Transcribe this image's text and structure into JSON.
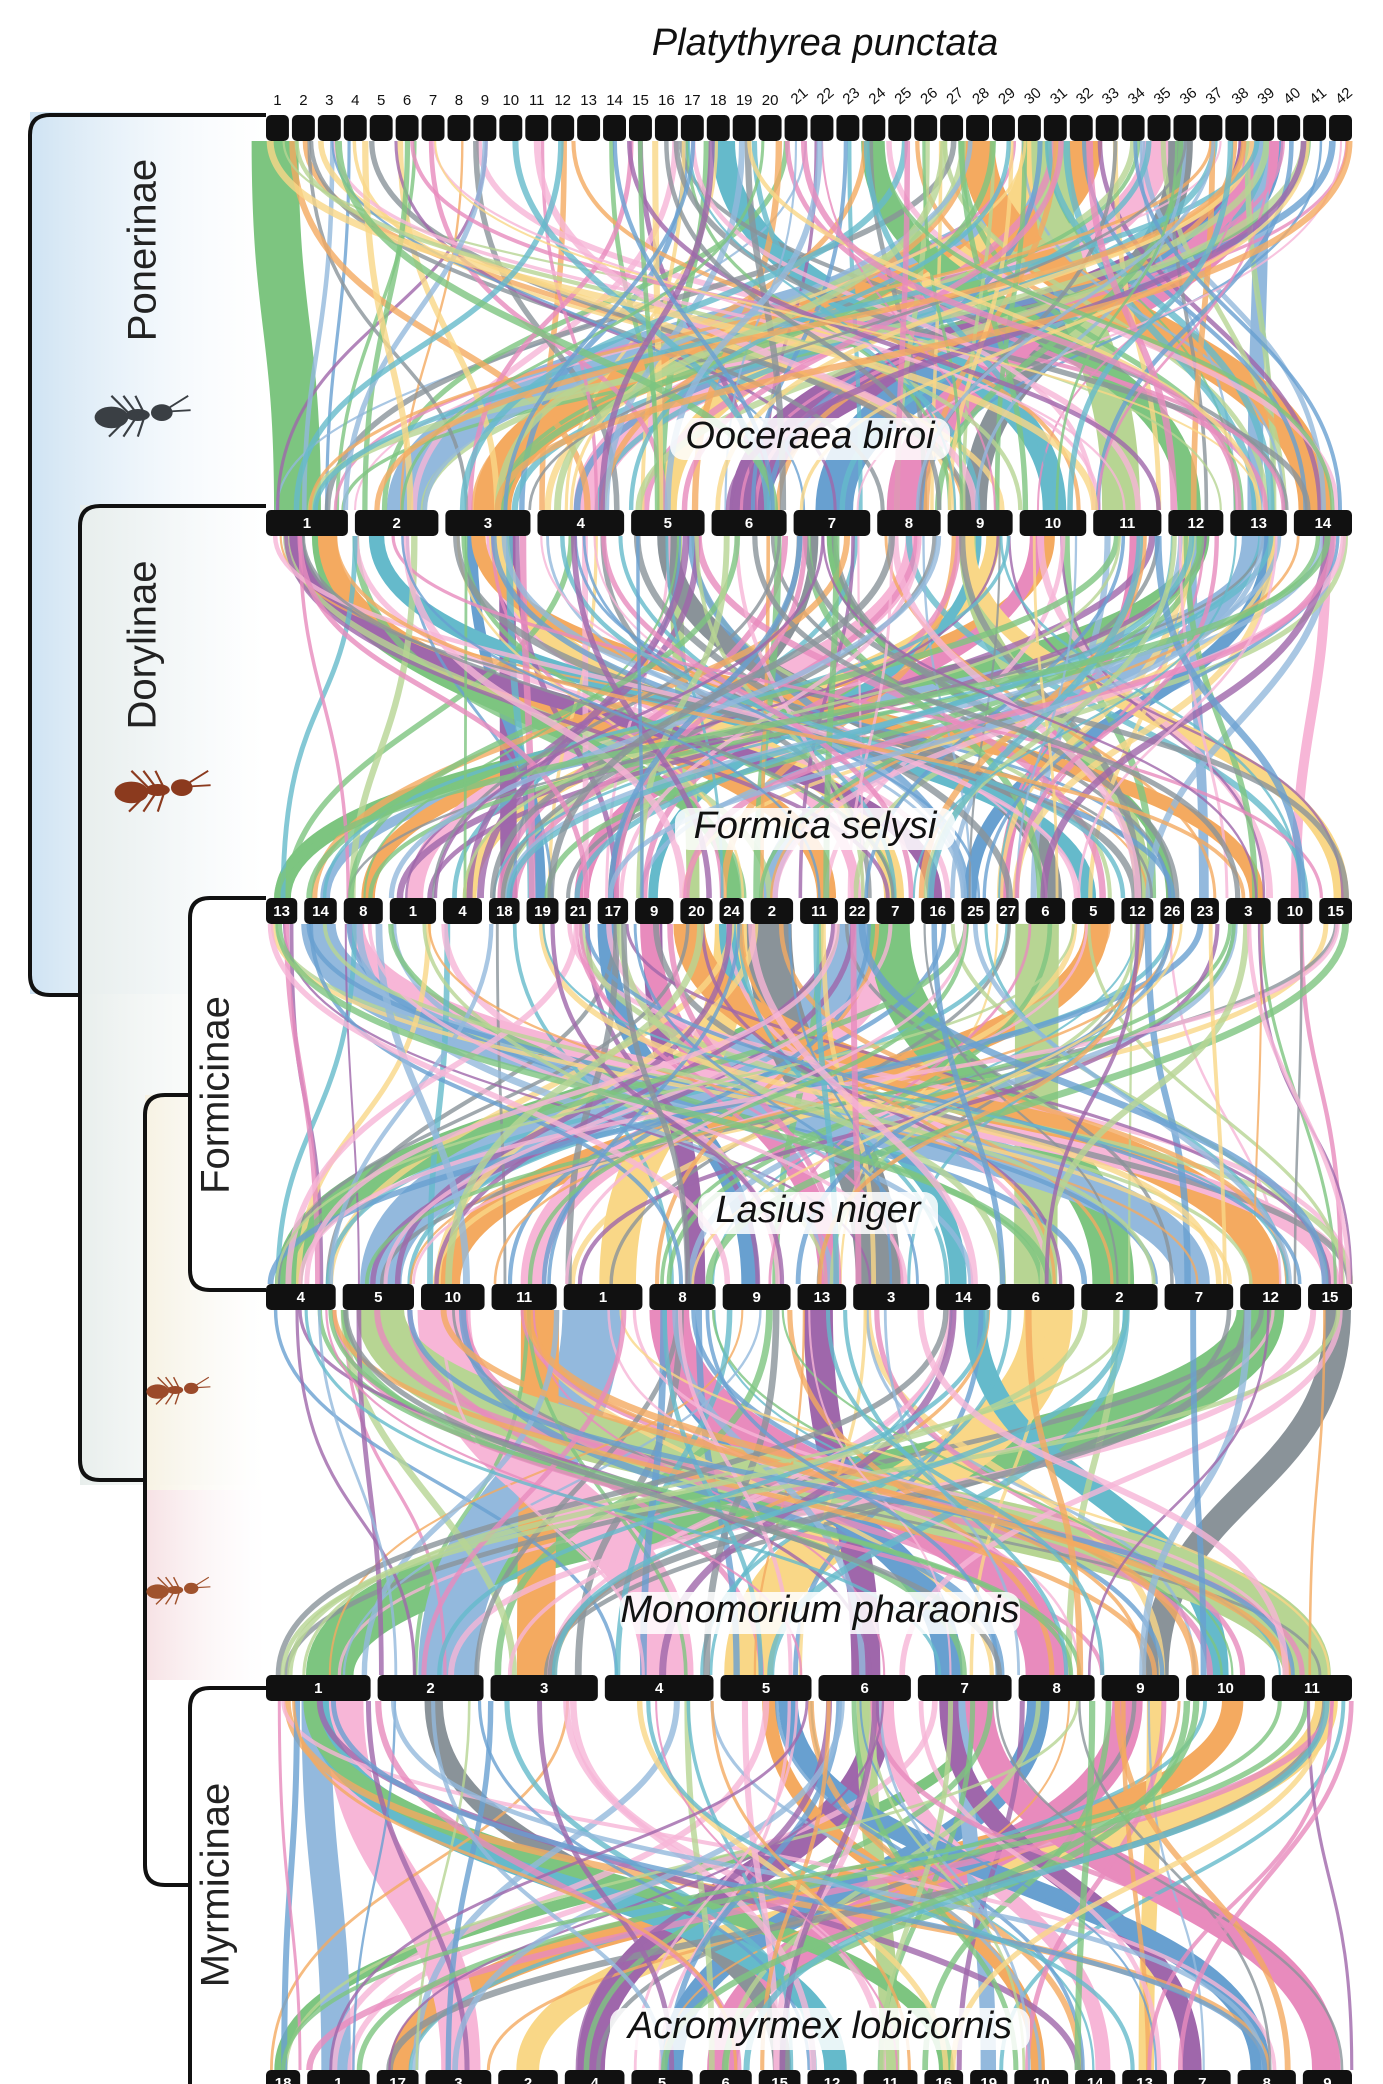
{
  "figure": {
    "species": [
      {
        "name": "Platythyrea punctata",
        "chromosomes": [
          "1",
          "2",
          "3",
          "4",
          "5",
          "6",
          "7",
          "8",
          "9",
          "10",
          "11",
          "12",
          "13",
          "14",
          "15",
          "16",
          "17",
          "18",
          "19",
          "20",
          "21",
          "22",
          "23",
          "24",
          "25",
          "26",
          "27",
          "28",
          "29",
          "30",
          "31",
          "32",
          "33",
          "34",
          "35",
          "36",
          "37",
          "38",
          "39",
          "40",
          "41",
          "42"
        ]
      },
      {
        "name": "Ooceraea biroi",
        "chromosomes": [
          "1",
          "2",
          "3",
          "4",
          "5",
          "6",
          "7",
          "8",
          "9",
          "10",
          "11",
          "12",
          "13",
          "14"
        ]
      },
      {
        "name": "Formica selysi",
        "chromosomes": [
          "13",
          "14",
          "8",
          "1",
          "4",
          "18",
          "19",
          "21",
          "17",
          "9",
          "20",
          "24",
          "2",
          "11",
          "22",
          "7",
          "16",
          "25",
          "27",
          "6",
          "5",
          "12",
          "26",
          "23",
          "3",
          "10",
          "15"
        ]
      },
      {
        "name": "Lasius niger",
        "chromosomes": [
          "4",
          "5",
          "10",
          "11",
          "1",
          "8",
          "9",
          "13",
          "3",
          "14",
          "6",
          "2",
          "7",
          "12",
          "15"
        ]
      },
      {
        "name": "Monomorium pharaonis",
        "chromosomes": [
          "1",
          "2",
          "3",
          "4",
          "5",
          "6",
          "7",
          "8",
          "9",
          "10",
          "11"
        ]
      },
      {
        "name": "Acromyrmex lobicornis",
        "chromosomes": [
          "18",
          "1",
          "17",
          "3",
          "2",
          "4",
          "5",
          "6",
          "15",
          "12",
          "11",
          "16",
          "19",
          "10",
          "14",
          "13",
          "7",
          "8",
          "9"
        ]
      }
    ],
    "clades": [
      {
        "name": "Ponerinae",
        "color": "#cfe3f3"
      },
      {
        "name": "Dorylinae",
        "color": "#e8eeec"
      },
      {
        "name": "Formicinae",
        "color": "#f7f2e3"
      },
      {
        "name": "Myrmicinae",
        "color": "#f6e1e4"
      }
    ],
    "palette": [
      "#4caf50",
      "#6a9fd0",
      "#f08a24",
      "#f49ac8",
      "#f7c85a",
      "#7b2d8b",
      "#2f7cbf",
      "#e05fa5",
      "#5e6a73",
      "#2aa0b8",
      "#9cc56a"
    ],
    "icons": [
      "ant-ponerinae-icon",
      "ant-dorylinae-icon",
      "ant-formicinae-icon",
      "ant-myrmicinae-icon"
    ]
  }
}
